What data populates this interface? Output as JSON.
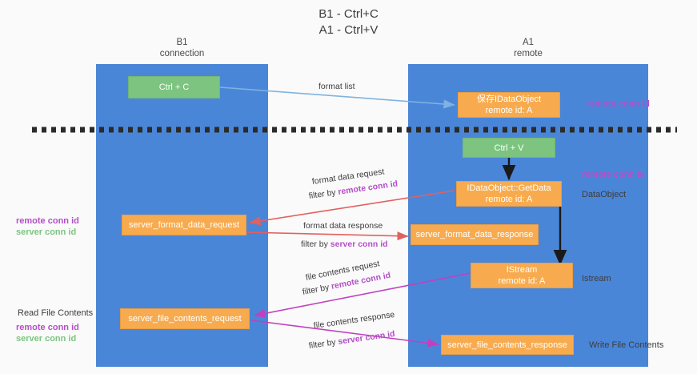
{
  "title": {
    "line1": "B1 - Ctrl+C",
    "line2": "A1 - Ctrl+V"
  },
  "columns": [
    {
      "id": "b1",
      "name": "B1",
      "role": "connection"
    },
    {
      "id": "a1",
      "name": "A1",
      "role": "remote"
    }
  ],
  "nodes": {
    "ctrl_c": {
      "label": "Ctrl + C"
    },
    "save_idataobject": {
      "line1": "保存IDataObject",
      "line2": "remote id: A"
    },
    "ctrl_v": {
      "label": "Ctrl + V"
    },
    "idataobject_getdata": {
      "line1": "IDataObject::GetData",
      "line2": "remote id: A"
    },
    "server_format_data_request": {
      "label": "server_format_data_request"
    },
    "server_format_data_response": {
      "label": "server_format_data_response"
    },
    "istream": {
      "line1": "IStream",
      "line2": "remote id: A"
    },
    "server_file_contents_request": {
      "label": "server_file_contents_request"
    },
    "server_file_contents_response": {
      "label": "server_file_contents_response"
    }
  },
  "edges": [
    {
      "id": "format-list",
      "label": "format list"
    },
    {
      "id": "format-data-request",
      "label": "format data request",
      "filter_prefix": "filter by ",
      "filter_key": "remote conn id"
    },
    {
      "id": "format-data-response",
      "label": "format data response",
      "filter_prefix": "filter by ",
      "filter_key": "server conn id"
    },
    {
      "id": "file-contents-request",
      "label": "file contents request",
      "filter_prefix": "filter by ",
      "filter_key": "remote conn id"
    },
    {
      "id": "file-contents-response",
      "label": "file contents response",
      "filter_prefix": "filter by ",
      "filter_key": "server conn id"
    }
  ],
  "edge_text": {
    "format_list": "format list",
    "format_data_request": "format data request",
    "format_data_request_filter_prefix": "filter by ",
    "format_data_request_filter_key": "remote conn id",
    "format_data_response": "format data response",
    "format_data_response_filter_prefix": "filter by ",
    "format_data_response_filter_key": "server conn id",
    "file_contents_request": "file contents request",
    "file_contents_request_filter_prefix": "filter by ",
    "file_contents_request_filter_key": "remote conn id",
    "file_contents_response": "file contents response",
    "file_contents_response_filter_prefix": "filter by ",
    "file_contents_response_filter_key": "server conn id"
  },
  "annotations": {
    "right_top_remote_conn_id": "remote conn id",
    "right_mid_remote_conn_id": "remote conn id",
    "right_dataobject": "DataObject",
    "right_istream": "Istream",
    "right_write_file_contents": "Write File Contents",
    "left_mid_remote_conn_id": "remote conn id",
    "left_mid_server_conn_id": "server conn id",
    "left_read_file_contents": "Read File Contents",
    "left_low_remote_conn_id": "remote conn id",
    "left_low_server_conn_id": "server conn id"
  },
  "colors": {
    "background": "#fafafa",
    "column_band": "#4a86d8",
    "node_green": "#7cc47f",
    "node_orange": "#f8ab4e",
    "text_dark": "#3d3d3d",
    "accent_purple": "#b44fc8",
    "accent_green": "#7cc47f",
    "arrow_blue": "#7eb3e0",
    "arrow_red": "#e2605f",
    "arrow_magenta": "#c040c0",
    "arrow_black": "#1a1a1a",
    "dashed_line": "#2b2b2b"
  }
}
